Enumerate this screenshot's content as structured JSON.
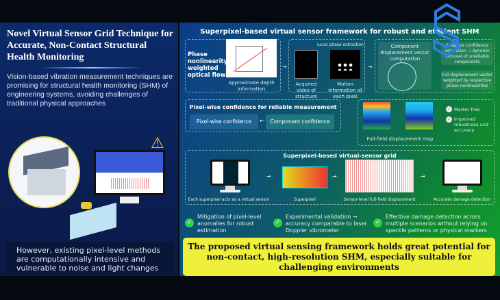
{
  "left": {
    "title": "Novel Virtual Sensor Grid Technique for Accurate, Non-Contact Structural Health Monitoring",
    "intro": "Vision-based vibration measurement techniques are promising for structural health monitoring (SHM) of engineering systems, avoiding challenges of traditional physical approaches",
    "limitation": "However, existing pixel-level methods are computationally intensive and vulnerable to noise and light changes"
  },
  "right": {
    "title": "Superpixel-based virtual sensor framework for robust and efficient SHM",
    "optical_flow": {
      "title": "Phase nonlinearity-weighted optical flow",
      "depth": "Approximate depth information"
    },
    "phase": {
      "title": "Local phase extraction",
      "video": "Acquired video of structure",
      "motion": "Motion information at each pixel"
    },
    "vector": {
      "component": "Component displacement vector computation",
      "adaptive": "Adaptive confidence estimation → dynamic removal of unreliable components",
      "full": "Full displacement vector weighted by respective phase nonlinearities"
    },
    "confidence": {
      "title": "Pixel-wise confidence for reliable measurement",
      "pixel": "Pixel-wise confidence",
      "component": "Component confidence"
    },
    "map": {
      "label": "Full-field displacement map",
      "features": [
        "Marker free",
        "Improved robustness and accuracy"
      ]
    },
    "grid": {
      "title": "Superpixel-based virtual-sensor grid",
      "steps": [
        "Each superpixel acts as a virtual sensor",
        "Superpixel",
        "Sensor-level full-field displacement",
        "Accurate damage detection"
      ]
    },
    "benefits": [
      "Mitigation of pixel-level anomalies for robust estimation",
      "Experimental validation → accuracy comparable to laser Doppler vibrometer",
      "Effective damage detection across multiple scenarios without relying on speckle patterns or physical markers"
    ],
    "conclusion": "The proposed virtual sensing framework holds great potential for non-contact, high-resolution SHM, especially suitable for challenging environments"
  },
  "colors": {
    "left_bg": "#0b1f55",
    "accent_yellow": "#eef03a",
    "check_green": "#2fd04a",
    "logo_blue": "#2a7fe0"
  }
}
